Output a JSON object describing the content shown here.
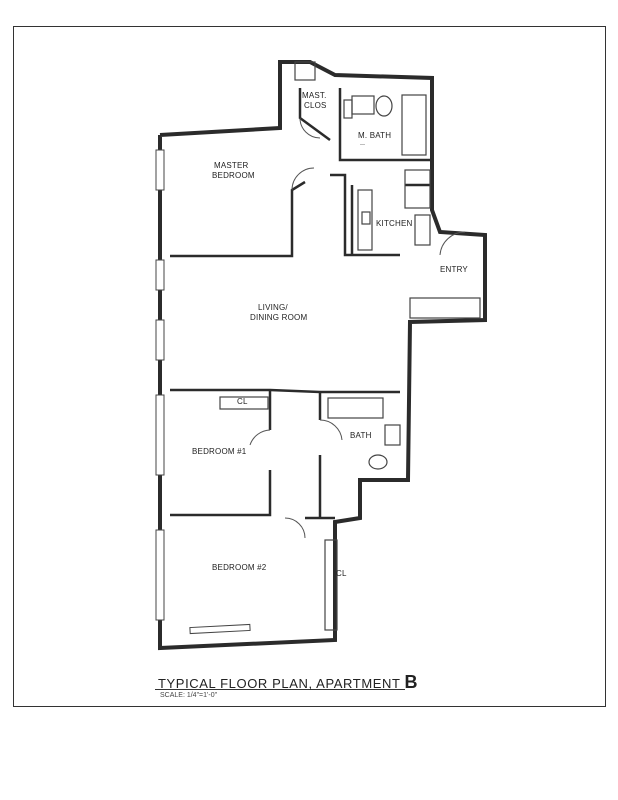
{
  "plan": {
    "title_text": "TYPICAL FLOOR PLAN, APARTMENT",
    "title_letter": "B",
    "scale_text": "SCALE: 1/4\"=1'-0\""
  },
  "rooms": {
    "mast_clos": {
      "label_line1": "MAST.",
      "label_line2": "CLOS"
    },
    "master_bath": {
      "label": "M. BATH"
    },
    "master_bedroom": {
      "label_line1": "MASTER",
      "label_line2": "BEDROOM"
    },
    "kitchen": {
      "label": "KITCHEN"
    },
    "entry": {
      "label": "ENTRY"
    },
    "living_dining": {
      "label_line1": "LIVING/",
      "label_line2": "DINING ROOM"
    },
    "bath": {
      "label": "BATH"
    },
    "bedroom1": {
      "label": "BEDROOM #1",
      "closet_label": "CL"
    },
    "bedroom2": {
      "label": "BEDROOM #2",
      "closet_label": "CL"
    }
  }
}
